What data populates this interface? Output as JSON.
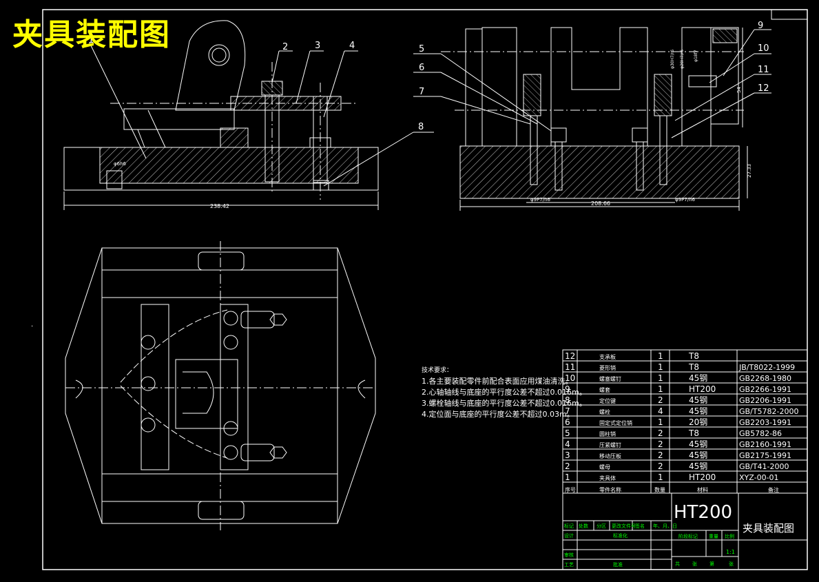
{
  "overlay_title": "夹具装配图",
  "balloons": {
    "front": [
      "1",
      "2",
      "3",
      "4",
      "8"
    ],
    "side": [
      "5",
      "6",
      "7",
      "9",
      "10",
      "11",
      "12"
    ]
  },
  "dimensions": {
    "front_width": "238.42",
    "side_width": "208.66",
    "side_height": "27.33",
    "side_fit_left": "φ9P7/h6",
    "side_fit_right": "φ9P7/h6",
    "front_fit": "φ6h6",
    "side_right_v1": "φ30H7/r6",
    "side_right_v2": "φ20H7/r6",
    "side_right_v3": "φ18f7",
    "side_right_v4": "54"
  },
  "tech_notes": {
    "heading": "技术要求：",
    "items": [
      "1.各主要装配零件前配合表面应用煤油清洗。",
      "2.心轴轴线与底座的平行度公差不超过0.016m。",
      "3.螺栓轴线与底座的平行度公差不超过0.016m。",
      "4.定位面与底座的平行度公差不超过0.03m。"
    ]
  },
  "bom": {
    "rows": [
      {
        "no": "12",
        "name": "支承板",
        "qty": "1",
        "material": "T8",
        "note": ""
      },
      {
        "no": "11",
        "name": "菱形销",
        "qty": "1",
        "material": "T8",
        "note": "JB/T8022-1999"
      },
      {
        "no": "10",
        "name": "螺塞螺钉",
        "qty": "1",
        "material": "45钢",
        "note": "GB2268-1980"
      },
      {
        "no": "9",
        "name": "螺套",
        "qty": "1",
        "material": "HT200",
        "note": "GB2266-1991"
      },
      {
        "no": "8",
        "name": "定位键",
        "qty": "2",
        "material": "45钢",
        "note": "GB2206-1991"
      },
      {
        "no": "7",
        "name": "螺栓",
        "qty": "4",
        "material": "45钢",
        "note": "GB/T5782-2000"
      },
      {
        "no": "6",
        "name": "固定式定位销",
        "qty": "1",
        "material": "20钢",
        "note": "GB2203-1991"
      },
      {
        "no": "5",
        "name": "圆柱销",
        "qty": "2",
        "material": "T8",
        "note": "GB5782-86"
      },
      {
        "no": "4",
        "name": "压紧螺钉",
        "qty": "2",
        "material": "45钢",
        "note": "GB2160-1991"
      },
      {
        "no": "3",
        "name": "移动压板",
        "qty": "2",
        "material": "45钢",
        "note": "GB2175-1991"
      },
      {
        "no": "2",
        "name": "螺母",
        "qty": "2",
        "material": "45钢",
        "note": "GB/T41-2000"
      },
      {
        "no": "1",
        "name": "夹具体",
        "qty": "1",
        "material": "HT200",
        "note": "XYZ-00-01"
      }
    ],
    "header": {
      "no": "序号",
      "name": "零件名称",
      "qty": "数量",
      "material": "材料",
      "note": "备注"
    }
  },
  "title_block": {
    "material": "HT200",
    "drawing_name": "夹具装配图",
    "revision_labels": [
      "标记",
      "处数",
      "分区",
      "更改文件号",
      "签名",
      "年、月、日"
    ],
    "role_labels": [
      "设计",
      "标准化",
      "审核",
      "工艺",
      "批准"
    ],
    "stage_labels": [
      "阶段标记",
      "重量",
      "比例"
    ],
    "scale": "1:1",
    "sheet_labels": [
      "共",
      "张",
      "第",
      "张"
    ]
  },
  "colors": {
    "background": "#000000",
    "outline": "#ffffff",
    "title": "#ffff00",
    "green_text": "#00ff00"
  }
}
